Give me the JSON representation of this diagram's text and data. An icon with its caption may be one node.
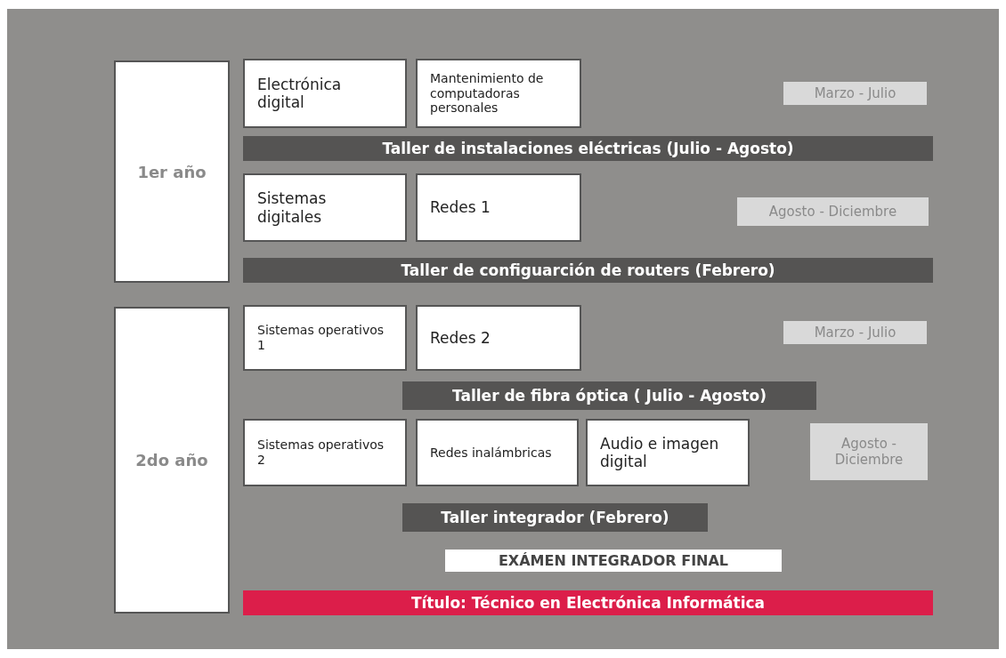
{
  "diagram": {
    "nodes": [
      {
        "text": [
          "1er año"
        ]
      },
      {
        "text": [
          "Electrónica digital"
        ]
      },
      {
        "text": [
          "Mantenimiento de computadoras personales"
        ]
      },
      {
        "text": [
          "Marzo - Julio"
        ]
      },
      {
        "text": [
          "Taller de instalaciones eléctricas (Julio - Agosto)"
        ]
      },
      {
        "text": [
          "Sistemas digitales"
        ]
      },
      {
        "text": [
          "Redes 1"
        ]
      },
      {
        "text": [
          "Agosto - Diciembre"
        ]
      },
      {
        "text": [
          "Taller de configuarción de routers (Febrero)"
        ]
      },
      {
        "text": [
          "2do año"
        ]
      },
      {
        "text": [
          "Sistemas operativos 1"
        ]
      },
      {
        "text": [
          "Redes 2"
        ]
      },
      {
        "text": [
          "Marzo - Julio"
        ]
      },
      {
        "text": [
          "Taller de fibra óptica ( Julio - Agosto)"
        ]
      },
      {
        "text": [
          "Sistemas operativos 2"
        ]
      },
      {
        "text": [
          "Redes inalámbricas"
        ]
      },
      {
        "text": [
          "Audio e imagen digital"
        ]
      },
      {
        "text": [
          "Agosto - Diciembre"
        ]
      },
      {
        "text": [
          "Taller integrador (Febrero)"
        ]
      },
      {
        "text": [
          "EXÁMEN INTEGRADOR FINAL"
        ]
      },
      {
        "text": [
          "Título: Técnico en Electrónica Informática"
        ]
      }
    ]
  }
}
